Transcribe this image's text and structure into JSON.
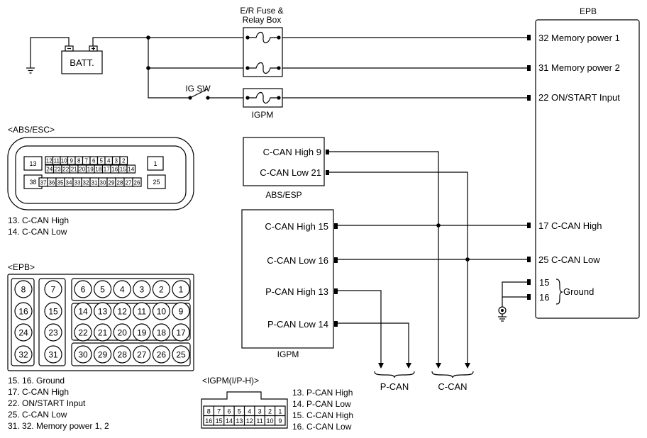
{
  "components": {
    "battery": "BATT.",
    "fuse_box": [
      "E/R Fuse &",
      "Relay Box"
    ],
    "ig_switch": "IG SW",
    "igpm_fuse": "IGPM",
    "epb": "EPB",
    "abs_esp": "ABS/ESP",
    "igpm": "IGPM"
  },
  "epb_pins": [
    {
      "pin": "32",
      "label": "Memory power 1"
    },
    {
      "pin": "31",
      "label": "Memory power 2"
    },
    {
      "pin": "22",
      "label": "ON/START Input"
    },
    {
      "pin": "17",
      "label": "C-CAN High"
    },
    {
      "pin": "25",
      "label": "C-CAN Low"
    }
  ],
  "epb_ground": {
    "pins": [
      "15",
      "16"
    ],
    "label": "Ground"
  },
  "abs_esp_pins": [
    {
      "label": "C-CAN High",
      "pin": "9"
    },
    {
      "label": "C-CAN Low",
      "pin": "21"
    }
  ],
  "igpm_pins": [
    {
      "label": "C-CAN High",
      "pin": "15"
    },
    {
      "label": "C-CAN Low",
      "pin": "16"
    },
    {
      "label": "P-CAN High",
      "pin": "13"
    },
    {
      "label": "P-CAN Low",
      "pin": "14"
    }
  ],
  "bus_labels": [
    "P-CAN",
    "C-CAN"
  ],
  "abs_connector": {
    "title": "<ABS/ESC>",
    "row1": [
      "12",
      "11",
      "10",
      "9",
      "8",
      "7",
      "6",
      "5",
      "4",
      "3",
      "2"
    ],
    "row2": [
      "24",
      "23",
      "22",
      "21",
      "20",
      "19",
      "18",
      "17",
      "16",
      "15",
      "14"
    ],
    "row3": [
      "37",
      "36",
      "35",
      "34",
      "33",
      "32",
      "31",
      "30",
      "29",
      "28",
      "27",
      "26"
    ],
    "side_left_top": "13",
    "side_right_top": "1",
    "side_left_bottom": "38",
    "side_right_bottom": "25",
    "legend": [
      "13. C-CAN High",
      "14. C-CAN Low"
    ]
  },
  "epb_connector": {
    "title": "<EPB>",
    "left_grid": [
      [
        "8",
        "7"
      ],
      [
        "16",
        "15"
      ],
      [
        "24",
        "23"
      ],
      [
        "32",
        "31"
      ]
    ],
    "right_grid": [
      [
        "6",
        "5",
        "4",
        "3",
        "2",
        "1"
      ],
      [
        "14",
        "13",
        "12",
        "11",
        "10",
        "9"
      ],
      [
        "22",
        "21",
        "20",
        "19",
        "18",
        "17"
      ],
      [
        "30",
        "29",
        "28",
        "27",
        "26",
        "25"
      ]
    ],
    "legend": [
      "15. 16. Ground",
      "17. C-CAN High",
      "22. ON/START Input",
      "25. C-CAN Low",
      "31. 32. Memory power 1, 2"
    ]
  },
  "igpm_connector": {
    "title": "<IGPM(I/P-H)>",
    "row1": [
      "8",
      "7",
      "6",
      "5",
      "4",
      "3",
      "2",
      "1"
    ],
    "row2": [
      "16",
      "15",
      "14",
      "13",
      "12",
      "11",
      "10",
      "9"
    ],
    "legend": [
      "13. P-CAN High",
      "14. P-CAN Low",
      "15. C-CAN High",
      "16. C-CAN Low"
    ]
  }
}
